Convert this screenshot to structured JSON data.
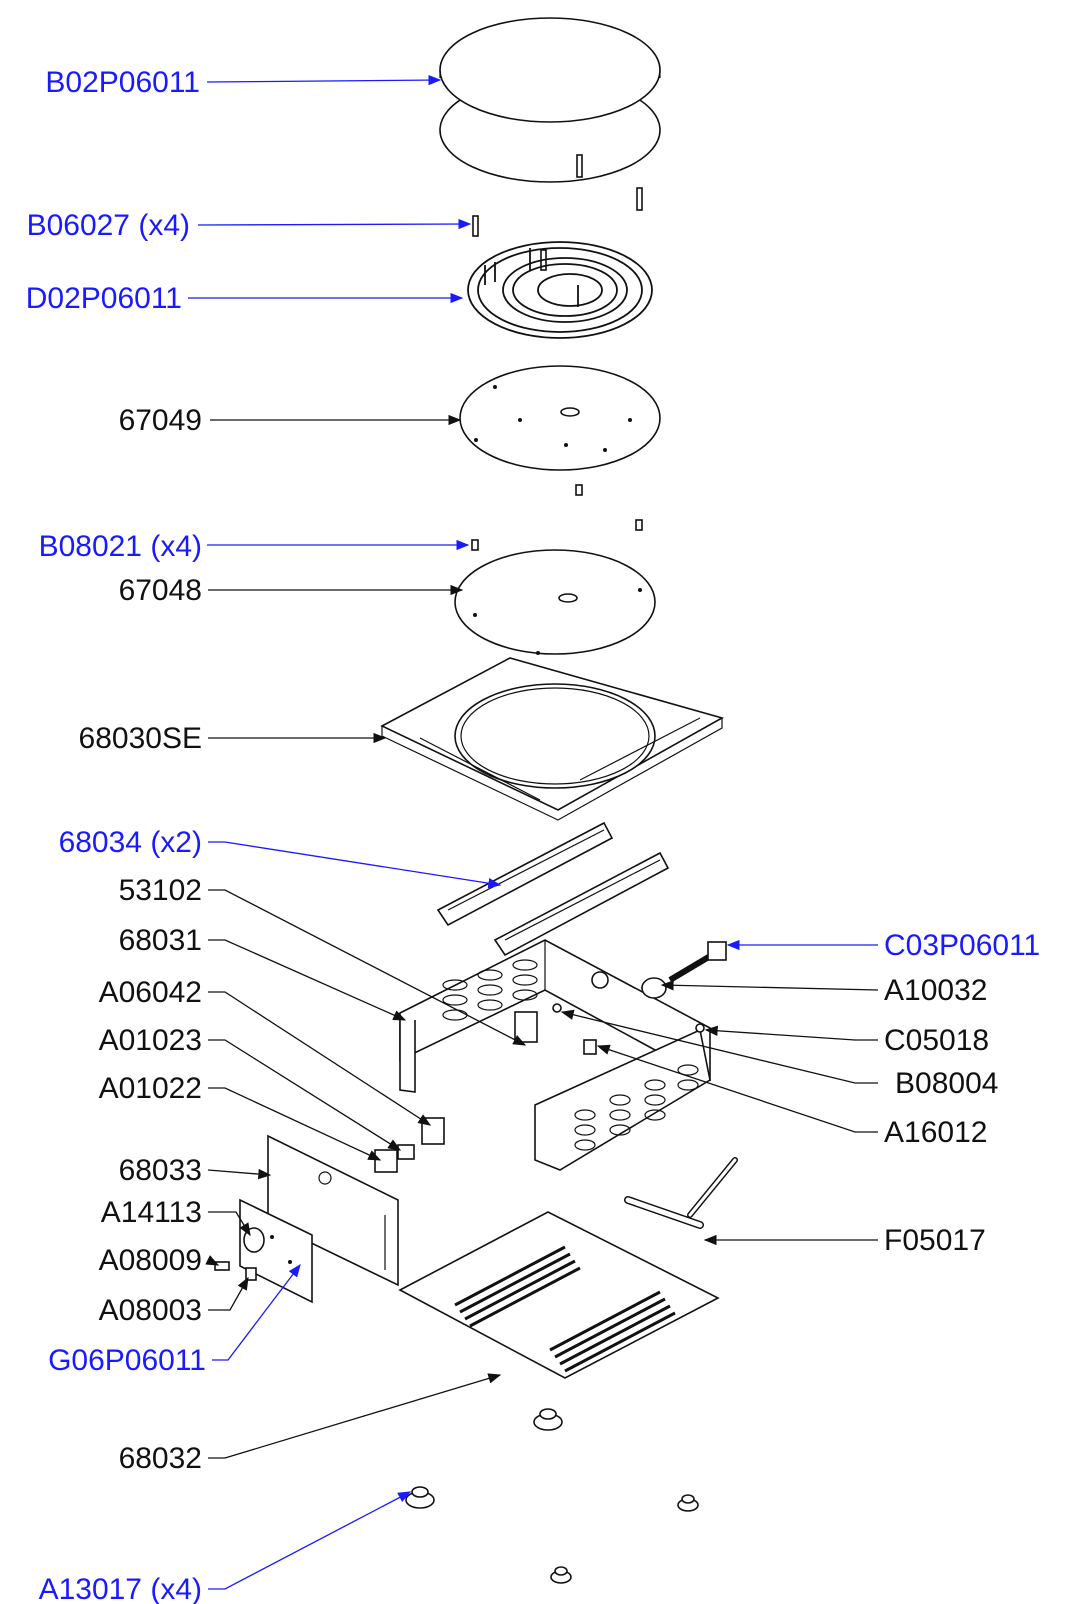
{
  "colors": {
    "blue_callout": "#1a1aff",
    "black_callout": "#111111"
  },
  "callouts": [
    {
      "id": "b02p06011",
      "text": "B02P06011",
      "color": "blue"
    },
    {
      "id": "b06027",
      "text": "B06027 (x4)",
      "color": "blue"
    },
    {
      "id": "d02p06011",
      "text": "D02P06011",
      "color": "blue"
    },
    {
      "id": "67049",
      "text": "67049",
      "color": "black"
    },
    {
      "id": "b08021",
      "text": "B08021 (x4)",
      "color": "blue"
    },
    {
      "id": "67048",
      "text": "67048",
      "color": "black"
    },
    {
      "id": "68030se",
      "text": "68030SE",
      "color": "black"
    },
    {
      "id": "68034",
      "text": "68034 (x2)",
      "color": "blue"
    },
    {
      "id": "53102",
      "text": "53102",
      "color": "black"
    },
    {
      "id": "68031",
      "text": "68031",
      "color": "black"
    },
    {
      "id": "a06042",
      "text": "A06042",
      "color": "black"
    },
    {
      "id": "a01023",
      "text": "A01023",
      "color": "black"
    },
    {
      "id": "a01022",
      "text": "A01022",
      "color": "black"
    },
    {
      "id": "68033",
      "text": "68033",
      "color": "black"
    },
    {
      "id": "a14113",
      "text": "A14113",
      "color": "black"
    },
    {
      "id": "a08009",
      "text": "A08009",
      "color": "black"
    },
    {
      "id": "a08003",
      "text": "A08003",
      "color": "black"
    },
    {
      "id": "g06p06011",
      "text": "G06P06011",
      "color": "blue"
    },
    {
      "id": "68032",
      "text": "68032",
      "color": "black"
    },
    {
      "id": "a13017",
      "text": "A13017 (x4)",
      "color": "blue"
    },
    {
      "id": "c03p06011",
      "text": "C03P06011",
      "color": "blue"
    },
    {
      "id": "a10032",
      "text": "A10032",
      "color": "black"
    },
    {
      "id": "c05018",
      "text": "C05018",
      "color": "black"
    },
    {
      "id": "b08004",
      "text": "B08004",
      "color": "black"
    },
    {
      "id": "a16012",
      "text": "A16012",
      "color": "black"
    },
    {
      "id": "f05017",
      "text": "F05017",
      "color": "black"
    }
  ]
}
